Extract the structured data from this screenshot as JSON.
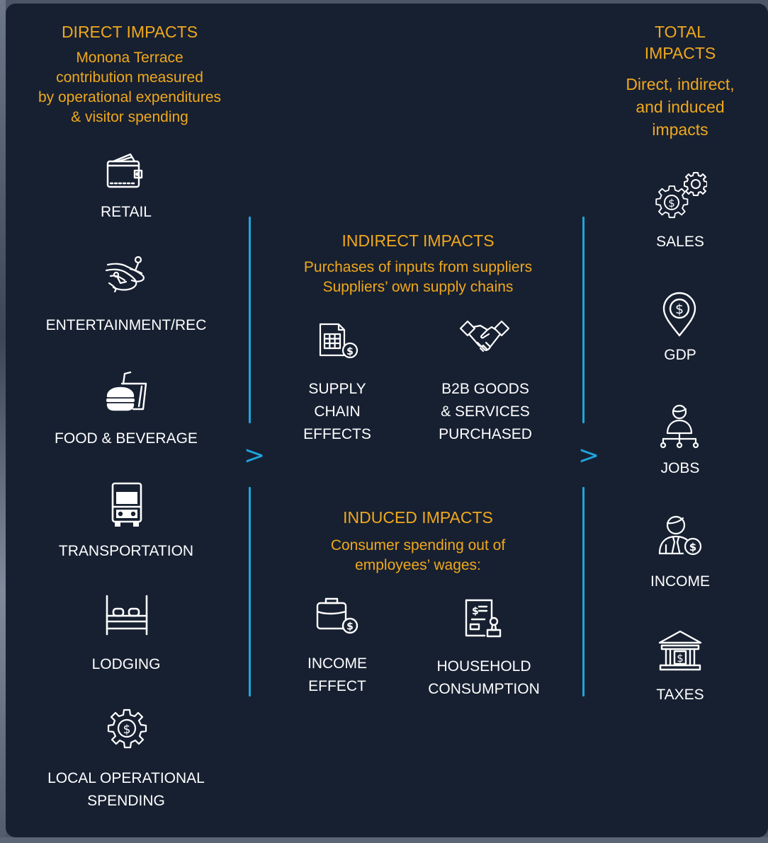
{
  "direct": {
    "title": "DIRECT IMPACTS",
    "subtitle_lines": [
      "Monona Terrace",
      "contribution measured",
      "by operational expenditures",
      "& visitor spending"
    ],
    "items": [
      {
        "label_lines": [
          "RETAIL"
        ],
        "icon": "wallet-icon"
      },
      {
        "label_lines": [
          "ENTERTAINMENT/REC"
        ],
        "icon": "waterslide-icon"
      },
      {
        "label_lines": [
          "FOOD & BEVERAGE"
        ],
        "icon": "burger-drink-icon"
      },
      {
        "label_lines": [
          "TRANSPORTATION"
        ],
        "icon": "bus-icon"
      },
      {
        "label_lines": [
          "LODGING"
        ],
        "icon": "bed-icon"
      },
      {
        "label_lines": [
          "LOCAL OPERATIONAL",
          "SPENDING"
        ],
        "icon": "dollar-gear-icon"
      }
    ]
  },
  "indirect": {
    "title": "INDIRECT IMPACTS",
    "subtitle_lines": [
      "Purchases of inputs from suppliers",
      "Suppliers’ own supply chains"
    ],
    "items": [
      {
        "label_lines": [
          "SUPPLY",
          "CHAIN",
          "EFFECTS"
        ],
        "icon": "spreadsheet-dollar-icon"
      },
      {
        "label_lines": [
          "B2B GOODS",
          "& SERVICES",
          "PURCHASED"
        ],
        "icon": "handshake-icon"
      }
    ]
  },
  "induced": {
    "title": "INDUCED IMPACTS",
    "subtitle_lines": [
      "Consumer spending out of",
      "employees’ wages:"
    ],
    "items": [
      {
        "label_lines": [
          "INCOME",
          "EFFECT"
        ],
        "icon": "briefcase-dollar-icon"
      },
      {
        "label_lines": [
          "HOUSEHOLD",
          "CONSUMPTION"
        ],
        "icon": "receipt-stamp-icon"
      }
    ]
  },
  "total": {
    "title_lines": [
      "TOTAL",
      "IMPACTS"
    ],
    "subtitle_lines": [
      "Direct, indirect,",
      "and induced",
      "impacts"
    ],
    "items": [
      {
        "label_lines": [
          "SALES"
        ],
        "icon": "dollar-gears-icon"
      },
      {
        "label_lines": [
          "GDP"
        ],
        "icon": "dollar-pin-icon"
      },
      {
        "label_lines": [
          "JOBS"
        ],
        "icon": "org-chart-icon"
      },
      {
        "label_lines": [
          "INCOME"
        ],
        "icon": "person-dollar-icon"
      },
      {
        "label_lines": [
          "TAXES"
        ],
        "icon": "bank-dollar-icon"
      }
    ]
  },
  "arrows": [
    ">",
    ">"
  ],
  "colors": {
    "accent": "#f0a81c",
    "divider": "#1ea5dc",
    "panel": "#172031",
    "text": "#ffffff"
  }
}
